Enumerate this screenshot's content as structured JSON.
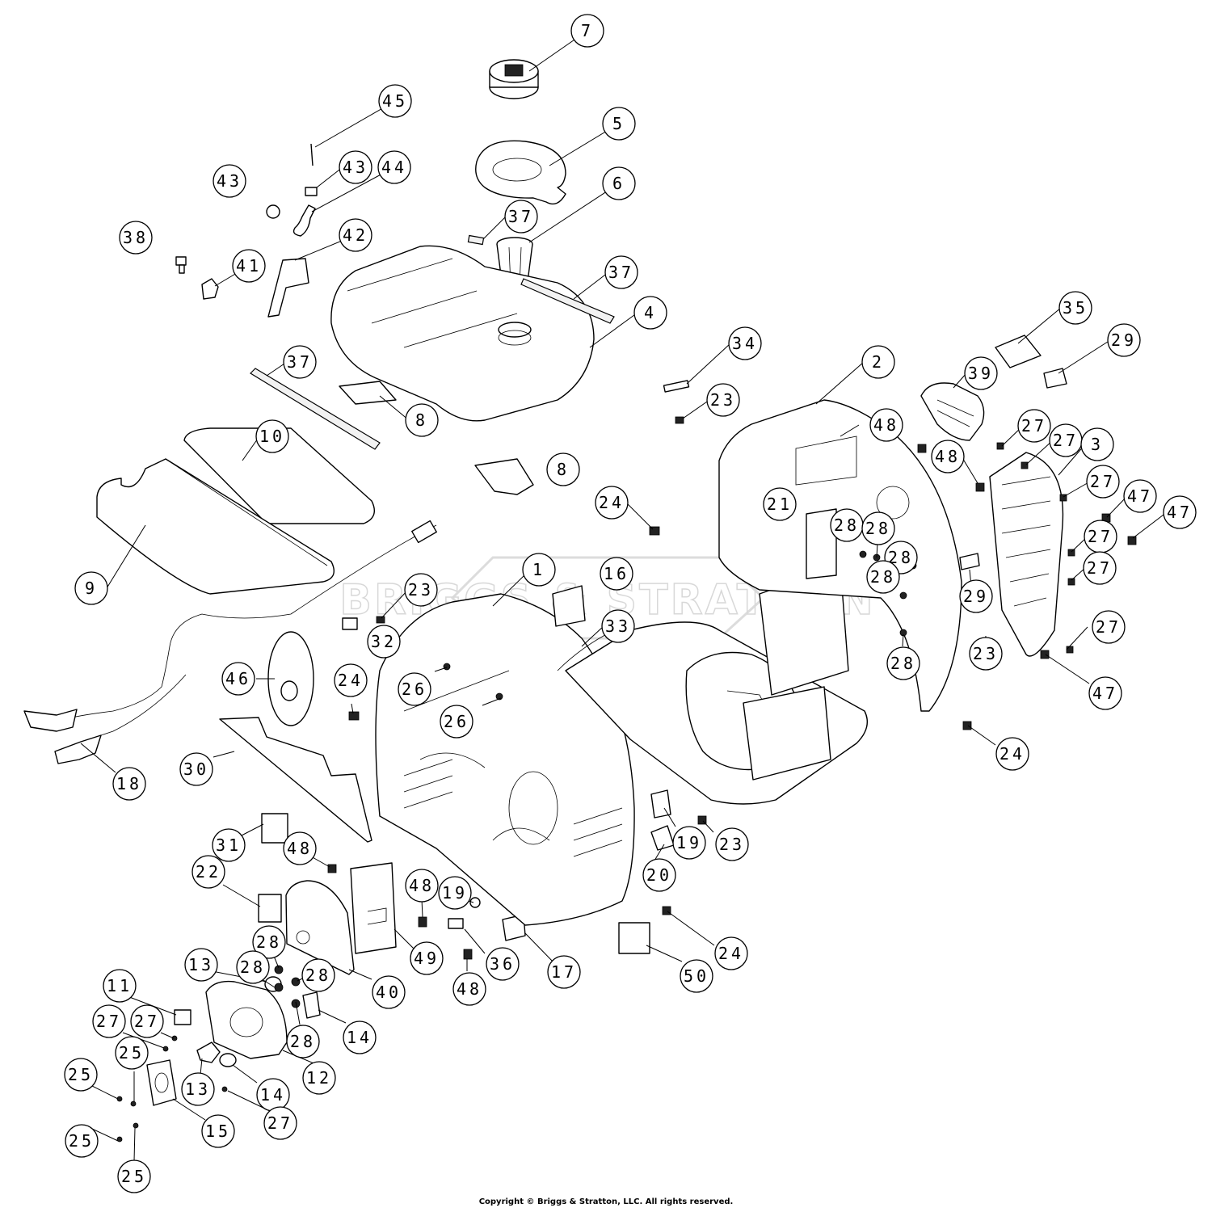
{
  "watermark": {
    "brand": "BRIGGS & STRATTON"
  },
  "copyright": "Copyright © Briggs & Stratton, LLC. All rights reserved.",
  "callouts": [
    {
      "label": "7"
    },
    {
      "label": "45"
    },
    {
      "label": "5"
    },
    {
      "label": "43"
    },
    {
      "label": "43"
    },
    {
      "label": "44"
    },
    {
      "label": "6"
    },
    {
      "label": "37"
    },
    {
      "label": "38"
    },
    {
      "label": "42"
    },
    {
      "label": "41"
    },
    {
      "label": "37"
    },
    {
      "label": "4"
    },
    {
      "label": "35"
    },
    {
      "label": "34"
    },
    {
      "label": "29"
    },
    {
      "label": "37"
    },
    {
      "label": "2"
    },
    {
      "label": "39"
    },
    {
      "label": "23"
    },
    {
      "label": "8"
    },
    {
      "label": "48"
    },
    {
      "label": "27"
    },
    {
      "label": "10"
    },
    {
      "label": "27"
    },
    {
      "label": "3"
    },
    {
      "label": "48"
    },
    {
      "label": "8"
    },
    {
      "label": "27"
    },
    {
      "label": "24"
    },
    {
      "label": "47"
    },
    {
      "label": "47"
    },
    {
      "label": "21"
    },
    {
      "label": "28"
    },
    {
      "label": "28"
    },
    {
      "label": "27"
    },
    {
      "label": "9"
    },
    {
      "label": "28"
    },
    {
      "label": "27"
    },
    {
      "label": "1"
    },
    {
      "label": "16"
    },
    {
      "label": "28"
    },
    {
      "label": "23"
    },
    {
      "label": "29"
    },
    {
      "label": "33"
    },
    {
      "label": "32"
    },
    {
      "label": "27"
    },
    {
      "label": "23"
    },
    {
      "label": "28"
    },
    {
      "label": "46"
    },
    {
      "label": "26"
    },
    {
      "label": "24"
    },
    {
      "label": "47"
    },
    {
      "label": "26"
    },
    {
      "label": "24"
    },
    {
      "label": "30"
    },
    {
      "label": "18"
    },
    {
      "label": "19"
    },
    {
      "label": "23"
    },
    {
      "label": "31"
    },
    {
      "label": "48"
    },
    {
      "label": "20"
    },
    {
      "label": "22"
    },
    {
      "label": "48"
    },
    {
      "label": "19"
    },
    {
      "label": "24"
    },
    {
      "label": "49"
    },
    {
      "label": "28"
    },
    {
      "label": "13"
    },
    {
      "label": "28"
    },
    {
      "label": "36"
    },
    {
      "label": "17"
    },
    {
      "label": "28"
    },
    {
      "label": "40"
    },
    {
      "label": "48"
    },
    {
      "label": "50"
    },
    {
      "label": "11"
    },
    {
      "label": "14"
    },
    {
      "label": "27"
    },
    {
      "label": "27"
    },
    {
      "label": "25"
    },
    {
      "label": "28"
    },
    {
      "label": "12"
    },
    {
      "label": "25"
    },
    {
      "label": "13"
    },
    {
      "label": "14"
    },
    {
      "label": "27"
    },
    {
      "label": "25"
    },
    {
      "label": "15"
    },
    {
      "label": "25"
    }
  ]
}
